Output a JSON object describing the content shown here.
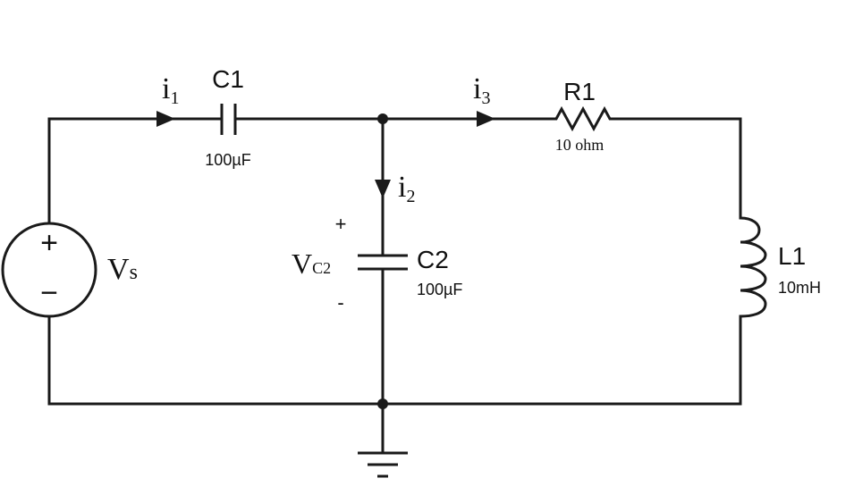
{
  "source": {
    "name": "Vs",
    "main": "V",
    "sub": "s",
    "plus_sign": "+",
    "minus_sign": "−"
  },
  "c1": {
    "name": "C1",
    "value": "100µF"
  },
  "c2": {
    "name": "C2",
    "value": "100µF",
    "voltage_main": "V",
    "voltage_sub": "C2",
    "plus": "+",
    "minus": "-"
  },
  "r1": {
    "name": "R1",
    "value": "10 ohm"
  },
  "l1": {
    "name": "L1",
    "value": "10mH"
  },
  "currents": {
    "i1": {
      "main": "i",
      "sub": "1"
    },
    "i2": {
      "main": "i",
      "sub": "2"
    },
    "i3": {
      "main": "i",
      "sub": "3"
    }
  },
  "colors": {
    "ink": "#1a1a1a",
    "background": "#ffffff"
  }
}
